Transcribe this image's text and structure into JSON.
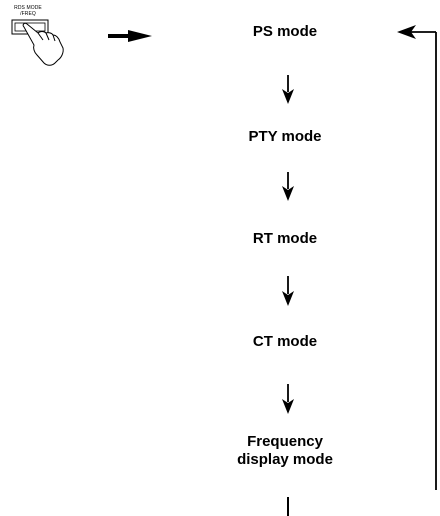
{
  "button": {
    "line1": "RDS MODE",
    "line2": "/FREQ",
    "icon": "finger-press-icon"
  },
  "modes": {
    "ps": "PS mode",
    "pty": "PTY mode",
    "rt": "RT mode",
    "ct": "CT mode",
    "freq_line1": "Frequency",
    "freq_line2": "display mode"
  },
  "colors": {
    "ink": "#000000",
    "background": "#ffffff"
  }
}
